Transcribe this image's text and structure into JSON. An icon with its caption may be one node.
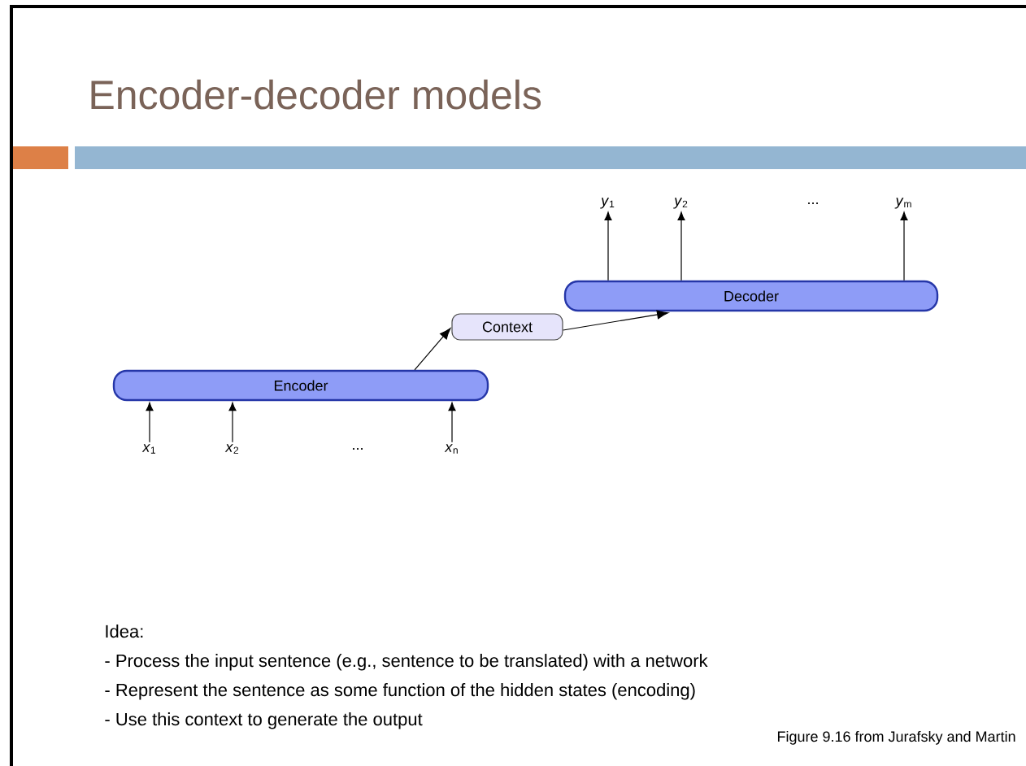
{
  "diagram": {
    "title": "Encoder-decoder models",
    "nodes": [
      {
        "text": [
          "Encoder"
        ]
      },
      {
        "text": [
          "Context"
        ]
      },
      {
        "text": [
          "Decoder"
        ]
      },
      {
        "text": [
          "*x*$_{1}$"
        ]
      },
      {
        "text": [
          "*x*$_{2}$"
        ]
      },
      {
        "text": [
          "*x*$_{n}$"
        ]
      },
      {
        "text": [
          "*y*$_{1}$"
        ]
      },
      {
        "text": [
          "*y*$_{2}$"
        ]
      },
      {
        "text": [
          "*y*$_{m}$"
        ]
      }
    ],
    "edges": [
      {
        "from": 3,
        "to": 0,
        "arrow": "to"
      },
      {
        "from": 4,
        "to": 0,
        "arrow": "to"
      },
      {
        "from": 5,
        "to": 0,
        "arrow": "to"
      },
      {
        "from": 0,
        "to": 1,
        "arrow": "to"
      },
      {
        "from": 1,
        "to": 2,
        "arrow": "to"
      },
      {
        "from": 2,
        "to": 6,
        "arrow": "to"
      },
      {
        "from": 2,
        "to": 7,
        "arrow": "to"
      },
      {
        "from": 2,
        "to": 8,
        "arrow": "to"
      }
    ],
    "labels": [
      "...",
      "...",
      "Idea:",
      "-   Process the input sentence (e.g., sentence to be translated) with a network",
      "-   Represent the sentence as some function of the hidden states (encoding)",
      "-   Use this context to generate the output",
      "Figure 9.16 from Jurafsky and Martin"
    ]
  }
}
